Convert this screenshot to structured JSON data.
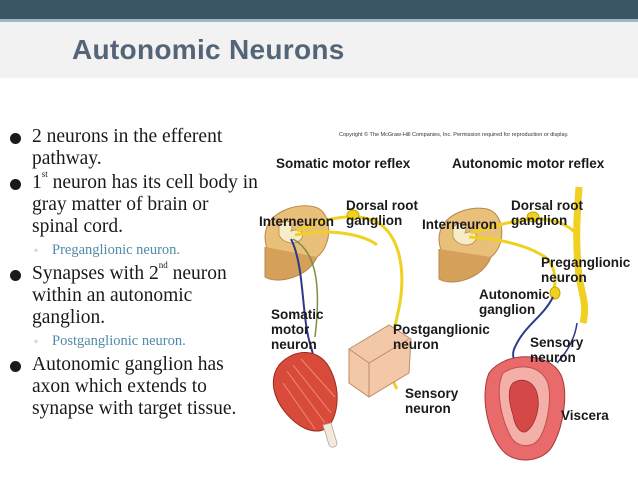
{
  "slide": {
    "title": "Autonomic Neurons",
    "bullets": [
      {
        "level": 1,
        "text": "2 neurons in the efferent pathway."
      },
      {
        "level": 1,
        "prefix": "1",
        "sup": "st",
        "text": " neuron has its cell body in gray matter of brain or spinal cord."
      },
      {
        "level": 2,
        "text": "Preganglionic neuron."
      },
      {
        "level": 1,
        "prefix": "Synapses with 2",
        "sup": "nd",
        "text": " neuron within an autonomic ganglion."
      },
      {
        "level": 2,
        "text": "Postganglionic neuron."
      },
      {
        "level": 1,
        "text": "Autonomic ganglion has axon which extends to synapse with target tissue."
      }
    ]
  },
  "figure": {
    "copyright": "Copyright © The McGraw-Hill Companies, Inc. Permission required for reproduction or display.",
    "left_heading": "Somatic motor reflex",
    "right_heading": "Autonomic motor reflex",
    "labels": {
      "interneuron_left": "Interneuron",
      "dorsal_root_left_1": "Dorsal root",
      "dorsal_root_left_2": "ganglion",
      "somatic_motor_1": "Somatic",
      "somatic_motor_2": "motor",
      "somatic_motor_3": "neuron",
      "sensory_left_1": "Sensory",
      "sensory_left_2": "neuron",
      "interneuron_right": "Interneuron",
      "dorsal_root_right_1": "Dorsal root",
      "dorsal_root_right_2": "ganglion",
      "preganglionic_1": "Preganglionic",
      "preganglionic_2": "neuron",
      "autonomic_ganglion_1": "Autonomic",
      "autonomic_ganglion_2": "ganglion",
      "postganglionic_1": "Postganglionic",
      "postganglionic_2": "neuron",
      "sensory_right_1": "Sensory",
      "sensory_right_2": "neuron",
      "viscera": "Viscera"
    }
  },
  "colors": {
    "header_bar": "#3a5566",
    "title": "#546577",
    "sub_bullet": "#4f8aa8",
    "nerve_yellow": "#f0d020",
    "nerve_blue": "#2d3a8c",
    "muscle_red": "#d84a3a",
    "spinal_cord": "#e8c07a"
  }
}
